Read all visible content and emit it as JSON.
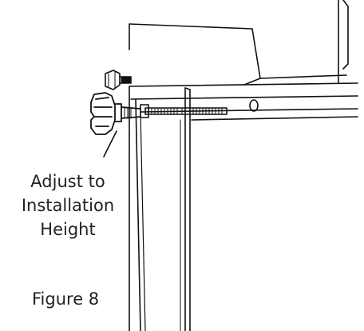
{
  "diagram": {
    "callout_lines": [
      "Adjust to",
      "Installation",
      "Height"
    ],
    "figure_label": "Figure  8",
    "line_color": "#111111",
    "background_color": "#ffffff"
  }
}
